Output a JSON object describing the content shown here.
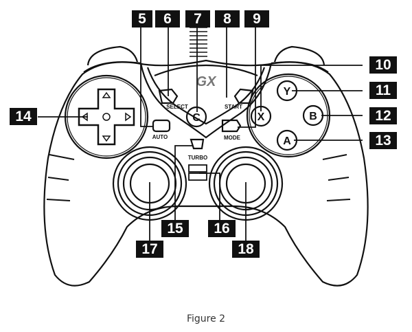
{
  "figure": {
    "caption": "Figure 2",
    "logo": "GX",
    "button_labels": {
      "select": "SELECT",
      "start": "START",
      "auto": "AUTO",
      "mode": "MODE",
      "turbo": "TURBO",
      "center": "C",
      "y": "Y",
      "x": "X",
      "b": "B",
      "a": "A"
    },
    "callouts": [
      {
        "id": "5",
        "label": "5"
      },
      {
        "id": "6",
        "label": "6"
      },
      {
        "id": "7",
        "label": "7"
      },
      {
        "id": "8",
        "label": "8"
      },
      {
        "id": "9",
        "label": "9"
      },
      {
        "id": "10",
        "label": "10"
      },
      {
        "id": "11",
        "label": "11"
      },
      {
        "id": "12",
        "label": "12"
      },
      {
        "id": "13",
        "label": "13"
      },
      {
        "id": "14",
        "label": "14"
      },
      {
        "id": "15",
        "label": "15"
      },
      {
        "id": "16",
        "label": "16"
      },
      {
        "id": "17",
        "label": "17"
      },
      {
        "id": "18",
        "label": "18"
      }
    ]
  }
}
